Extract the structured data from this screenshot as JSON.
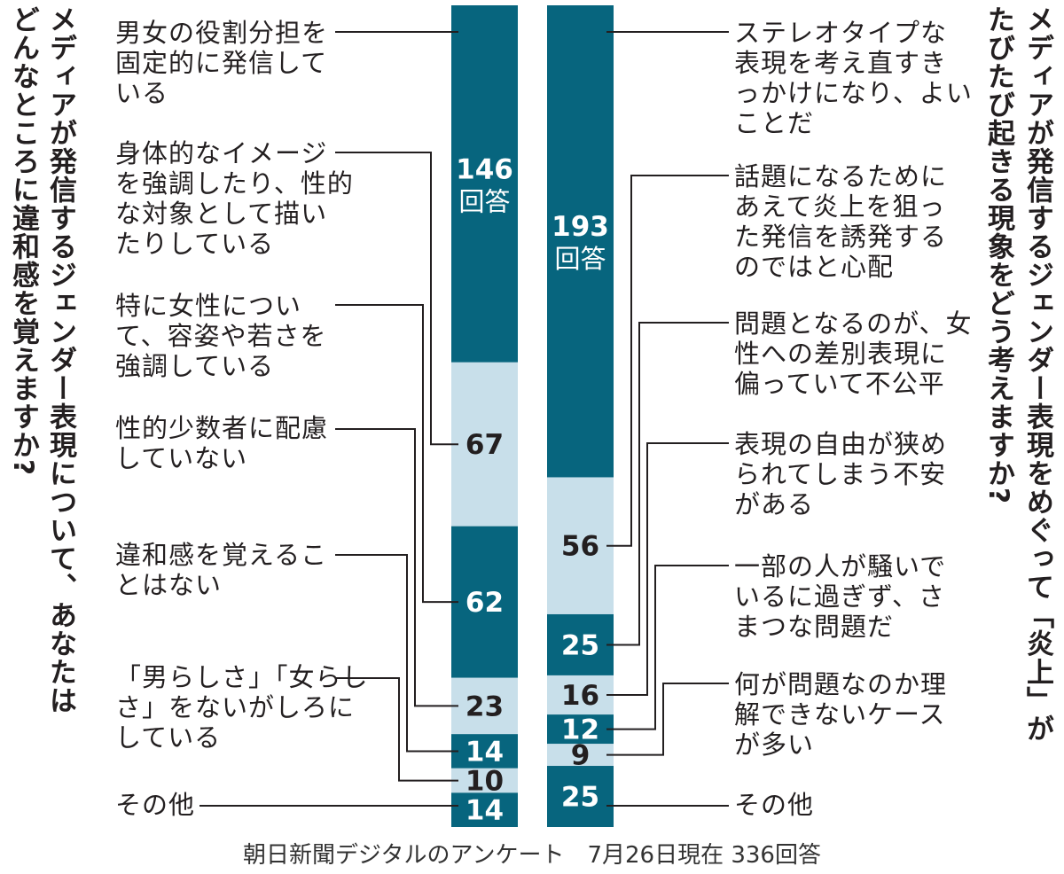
{
  "left": {
    "question_lines": [
      "メディアが発信するジェンダー表現について、あなたは",
      "どんなところに違和感を覚えますか?"
    ],
    "total_label": "回答",
    "categories": [
      [
        "男女の役割分担を",
        "固定的に発信して",
        "いる"
      ],
      [
        "身体的なイメージ",
        "を強調したり、性的",
        "な対象として描い",
        "たりしている"
      ],
      [
        "特に女性につい",
        "て、容姿や若さを",
        "強調している"
      ],
      [
        "性的少数者に配慮",
        "していない"
      ],
      [
        "違和感を覚えるこ",
        "とはない"
      ],
      [
        "「男らしさ」「女らし",
        "さ」をないがしろに",
        "している"
      ],
      [
        "その他"
      ]
    ]
  },
  "right": {
    "question_lines": [
      "メディアが発信するジェンダー表現をめぐって「炎上」が",
      "たびたび起きる現象をどう考えますか?"
    ],
    "total_label": "回答",
    "categories": [
      [
        "ステレオタイプな",
        "表現を考え直すき",
        "っかけになり、よい",
        "ことだ"
      ],
      [
        "話題になるために",
        "あえて炎上を狙っ",
        "た発信を誘発する",
        "のではと心配"
      ],
      [
        "問題となるのが、女",
        "性への差別表現に",
        "偏っていて不公平"
      ],
      [
        "表現の自由が狭め",
        "られてしまう不安",
        "がある"
      ],
      [
        "一部の人が騒いで",
        "いるに過ぎず、さ",
        "まつな問題だ"
      ],
      [
        "何が問題なのか理",
        "解できないケース",
        "が多い"
      ],
      [
        "その他"
      ]
    ]
  },
  "source": "朝日新聞デジタルのアンケート　7月26日現在 336回答",
  "colors": {
    "dark": "#07657e",
    "light": "#c8dfea",
    "ink": "#231f20"
  },
  "chart_data": [
    {
      "type": "bar",
      "stacked": true,
      "orientation": "vertical",
      "title": "メディアが発信するジェンダー表現について、あなたはどんなところに違和感を覚えますか?",
      "categories": [
        "男女の役割分担を固定的に発信している",
        "身体的なイメージを強調したり、性的な対象として描いたりしている",
        "特に女性について、容姿や若さを強調している",
        "性的少数者に配慮していない",
        "違和感を覚えることはない",
        "「男らしさ」「女らしさ」をないがしろにしている",
        "その他"
      ],
      "values": [
        146,
        67,
        62,
        23,
        14,
        10,
        14
      ],
      "unit": "回答"
    },
    {
      "type": "bar",
      "stacked": true,
      "orientation": "vertical",
      "title": "メディアが発信するジェンダー表現をめぐって「炎上」がたびたび起きる現象をどう考えますか?",
      "categories": [
        "ステレオタイプな表現を考え直すきっかけになり、よいことだ",
        "話題になるためにあえて炎上を狙った発信を誘発するのではと心配",
        "問題となるのが、女性への差別表現に偏っていて不公平",
        "表現の自由が狭められてしまう不安がある",
        "一部の人が騒いでいるに過ぎず、さまつな問題だ",
        "何が問題なのか理解できないケースが多い",
        "その他"
      ],
      "values": [
        193,
        56,
        25,
        16,
        12,
        9,
        25
      ],
      "unit": "回答"
    }
  ]
}
